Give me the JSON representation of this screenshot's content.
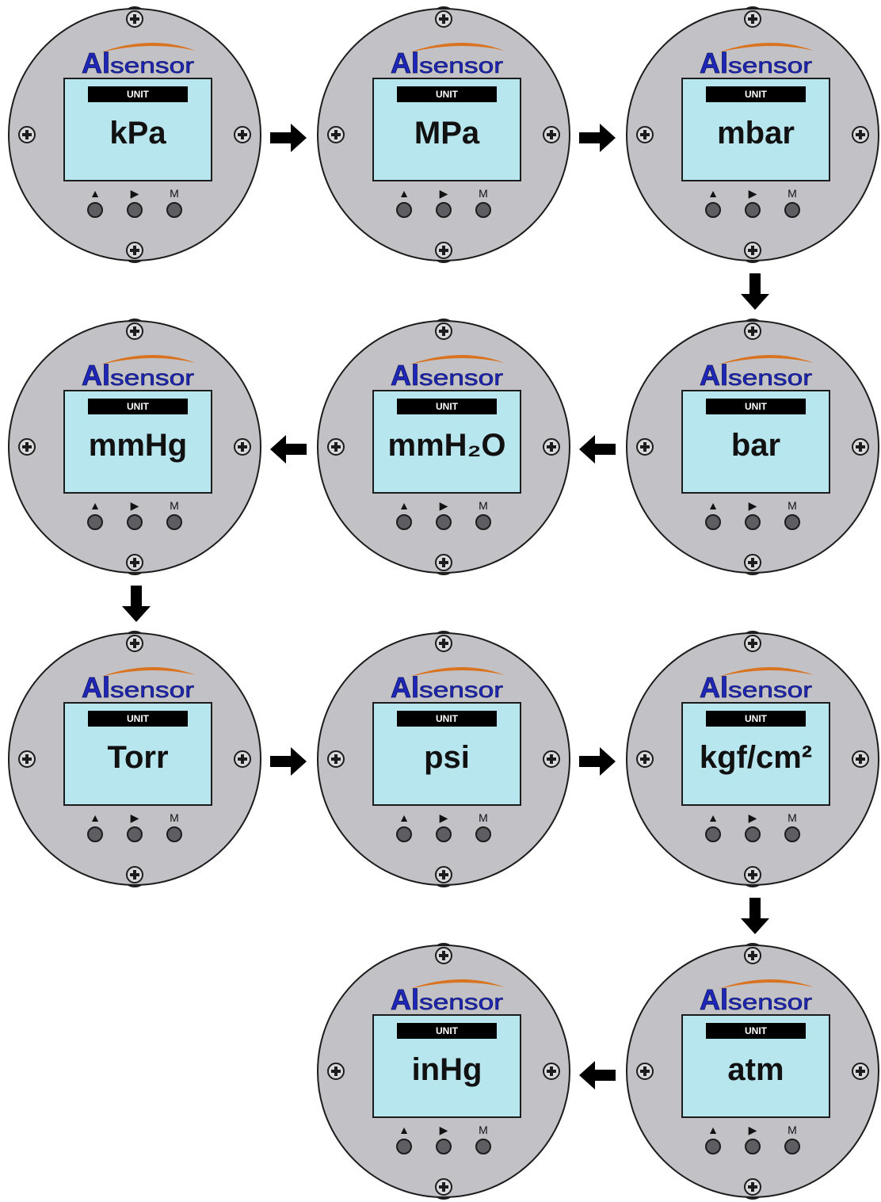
{
  "brand": {
    "logo_text_1": "Al",
    "logo_text_2": "sensor",
    "logo_blue": "#1f27b8",
    "swoosh_orange": "#d9731f"
  },
  "screen": {
    "header_label": "UNIT",
    "bg_color": "#b8e6ef"
  },
  "buttons": [
    {
      "label": "▲",
      "name": "up"
    },
    {
      "label": "▶",
      "name": "right"
    },
    {
      "label": "M",
      "name": "mode"
    }
  ],
  "devices": [
    {
      "unit": "kPa"
    },
    {
      "unit": "MPa"
    },
    {
      "unit": "mbar"
    },
    {
      "unit": "bar"
    },
    {
      "unit": "mmH₂O"
    },
    {
      "unit": "mmHg"
    },
    {
      "unit": "Torr"
    },
    {
      "unit": "psi"
    },
    {
      "unit": "kgf/cm²"
    },
    {
      "unit": "atm"
    },
    {
      "unit": "inHg"
    }
  ],
  "flow_arrows": [
    "right",
    "right",
    "down",
    "left",
    "left",
    "down",
    "right",
    "right",
    "down",
    "left"
  ]
}
